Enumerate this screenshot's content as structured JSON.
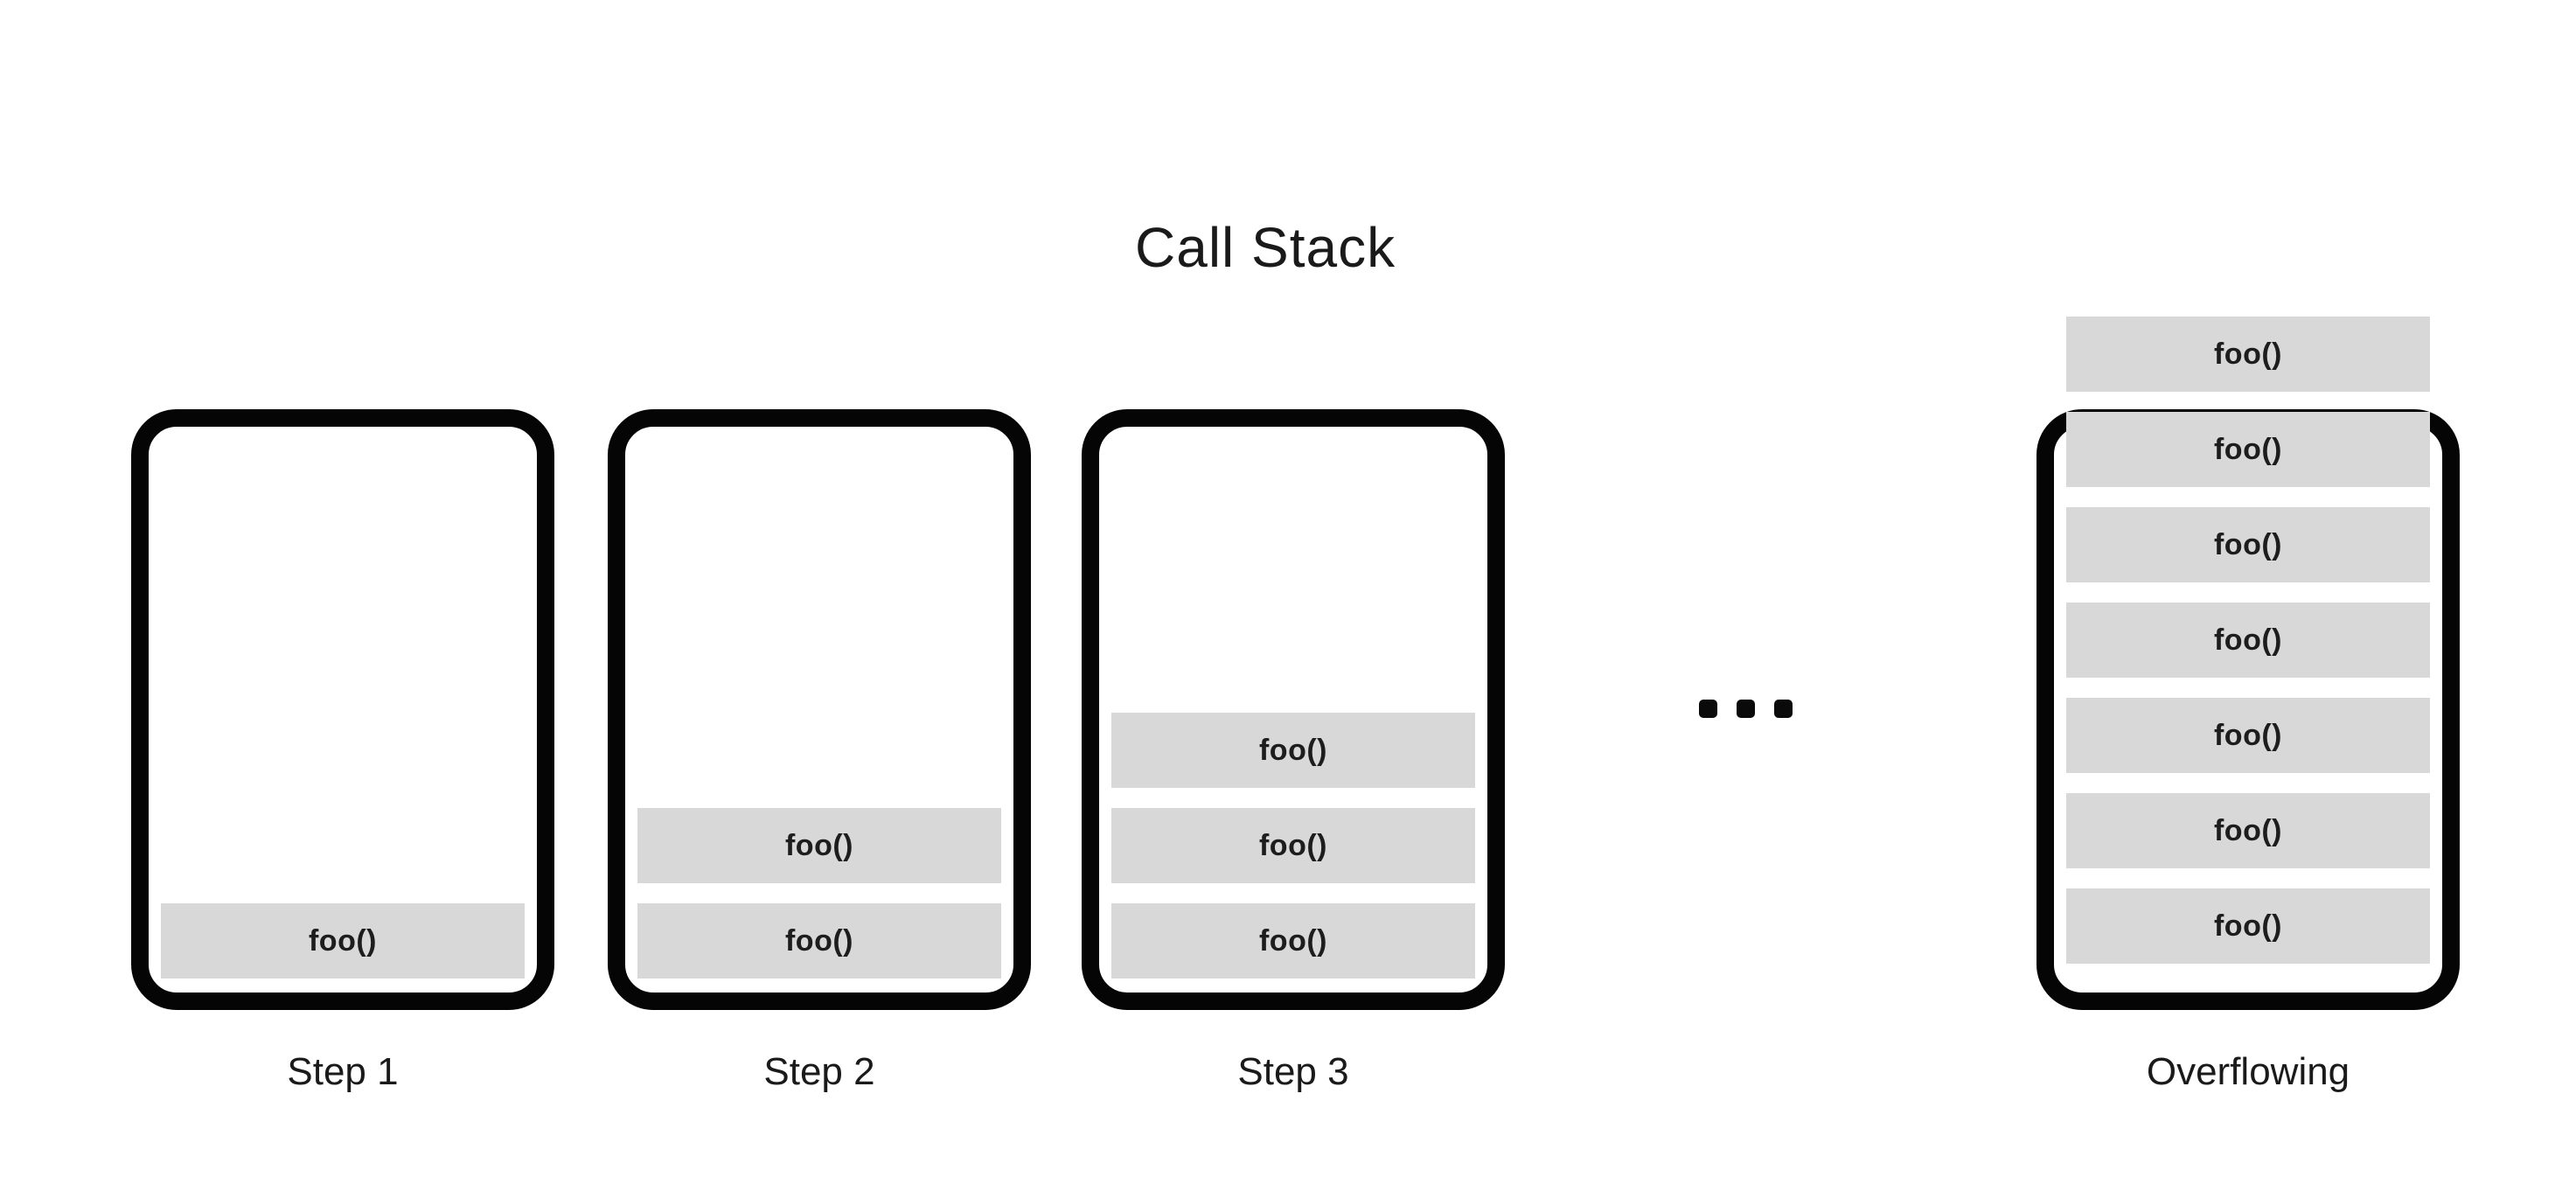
{
  "title": "Call Stack",
  "frame_label": "foo()",
  "panels": [
    {
      "label": "Step 1",
      "frames": 1,
      "overflowing": false
    },
    {
      "label": "Step 2",
      "frames": 2,
      "overflowing": false
    },
    {
      "label": "Step 3",
      "frames": 3,
      "overflowing": false
    },
    {
      "label": "Overflowing",
      "frames": 7,
      "overflowing": true
    }
  ],
  "ellipsis_dot_count": 3,
  "colors": {
    "frame_fill": "#d8d8d8",
    "box_border": "#050505",
    "text": "#1a1a1a"
  }
}
